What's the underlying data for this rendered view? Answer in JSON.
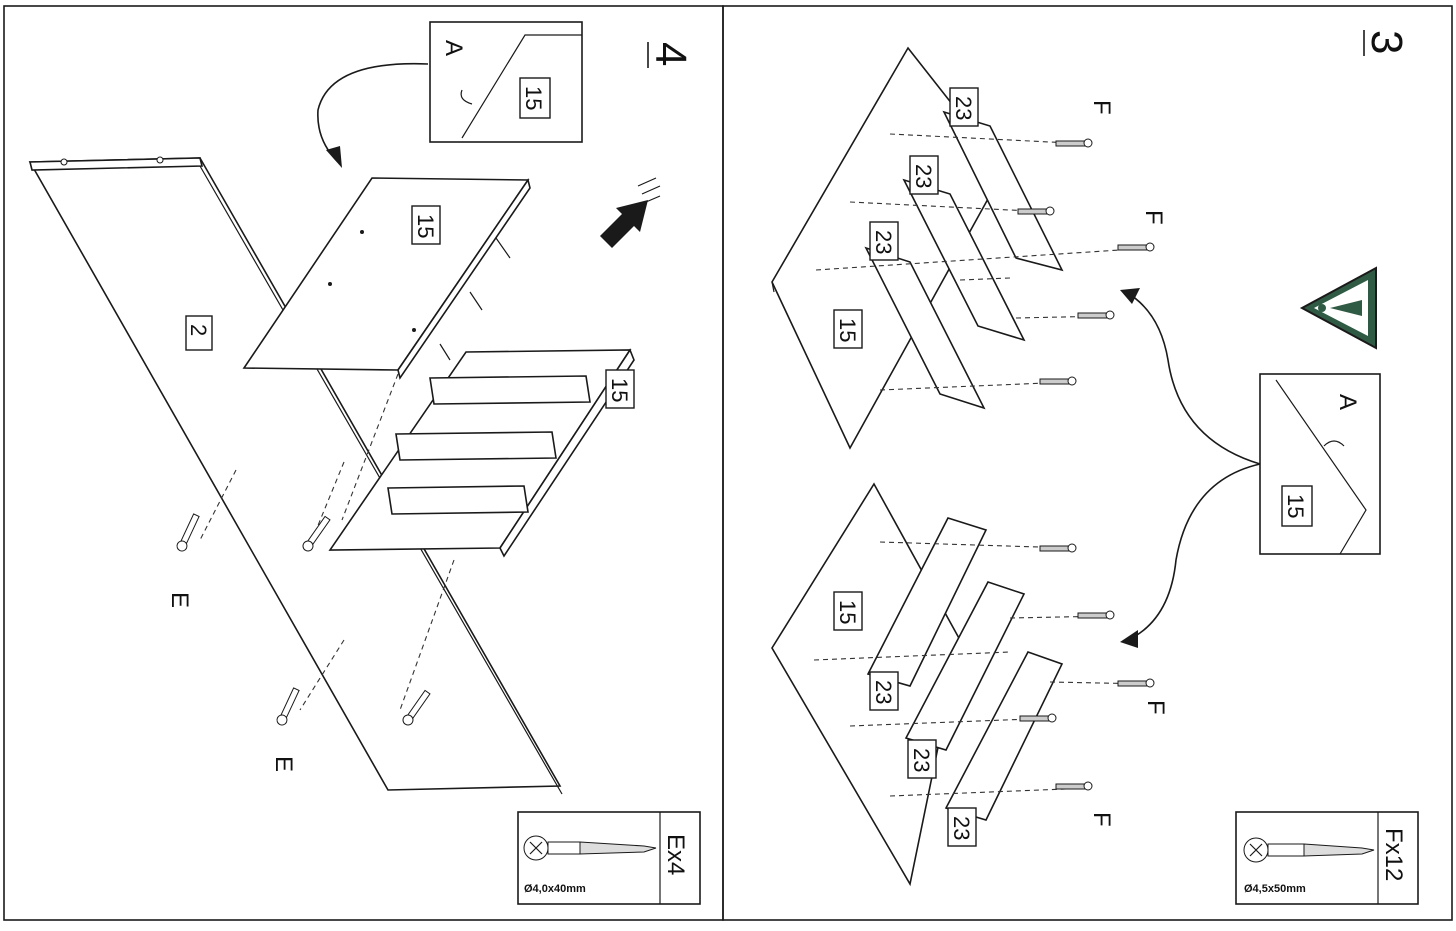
{
  "steps": [
    {
      "number": "4",
      "callout": {
        "letter": "A",
        "part": "15"
      },
      "labels": {
        "panel_side": "2",
        "shelf_top": "15",
        "shelf_bottom": "15"
      },
      "screw_letter": "E",
      "hardware": {
        "count_label": "Ex4",
        "spec": "Ø4,0x40mm"
      }
    },
    {
      "number": "3",
      "callout": {
        "letter": "A",
        "part": "15"
      },
      "labels": {
        "board_upper": "15",
        "board_lower": "15",
        "strip": "23"
      },
      "screw_letter": "F",
      "hardware": {
        "count_label": "Fx12",
        "spec": "Ø4,5x50mm"
      }
    }
  ],
  "colors": {
    "ink": "#1a1a1a",
    "warning_fill": "#2f5a44",
    "paper": "#ffffff"
  },
  "icons": [
    "warning-icon",
    "push-arrow-icon",
    "screw-icon"
  ]
}
